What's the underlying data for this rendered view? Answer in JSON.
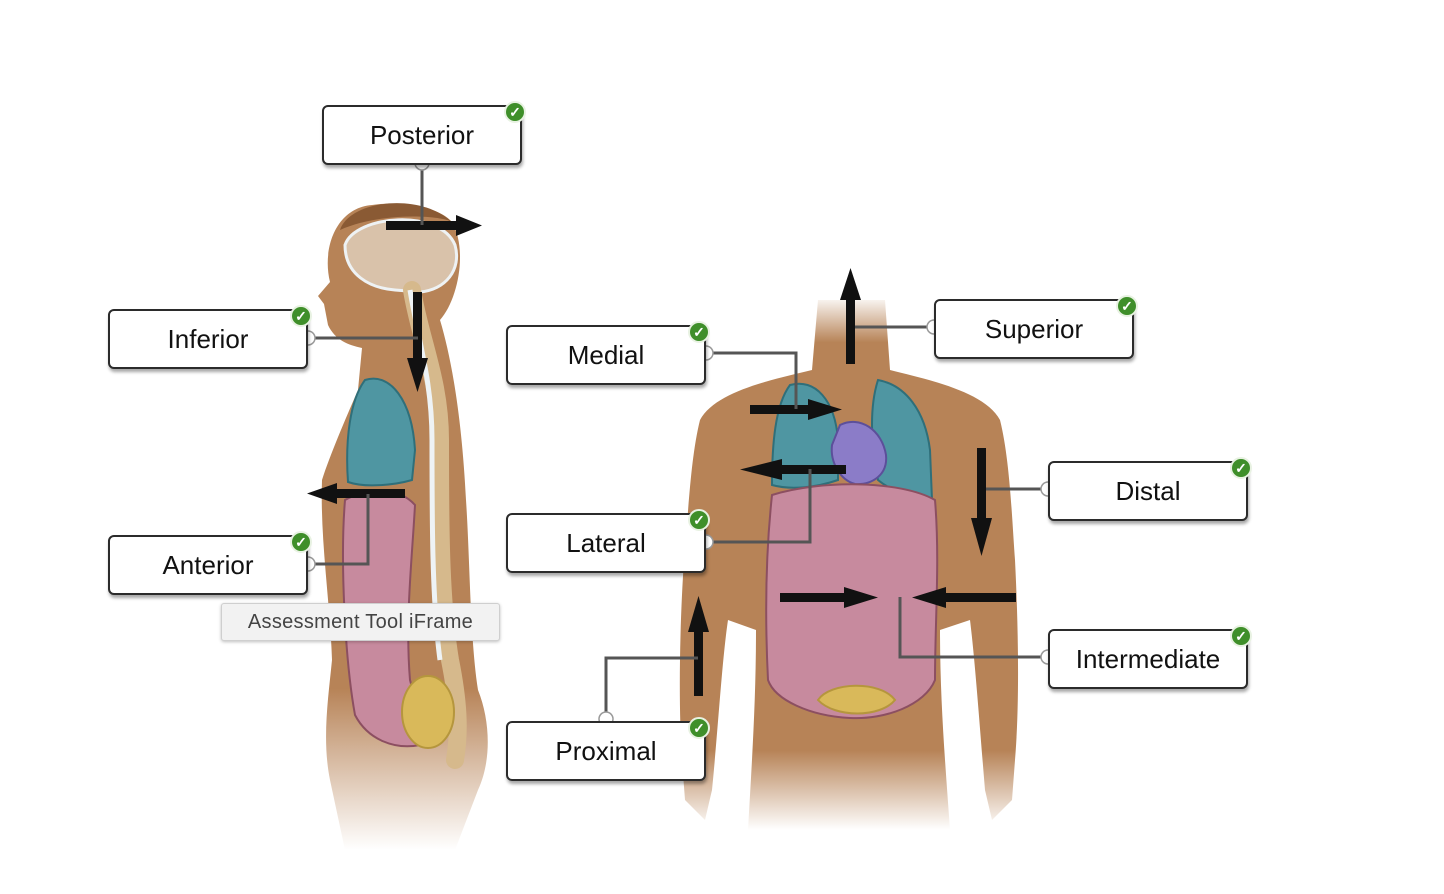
{
  "labels": {
    "posterior": "Posterior",
    "inferior": "Inferior",
    "anterior": "Anterior",
    "medial": "Medial",
    "lateral": "Lateral",
    "proximal": "Proximal",
    "superior": "Superior",
    "distal": "Distal",
    "intermediate": "Intermediate"
  },
  "check_glyph": "✓",
  "tooltip": "Assessment Tool iFrame",
  "colors": {
    "skin": "#b78357",
    "lung": "#4f96a2",
    "heart": "#8b7cc8",
    "intestine": "#c78a9e",
    "bladder": "#d9b95a",
    "check": "#3f8f2a",
    "arrow": "#111111",
    "leader": "#555555"
  }
}
